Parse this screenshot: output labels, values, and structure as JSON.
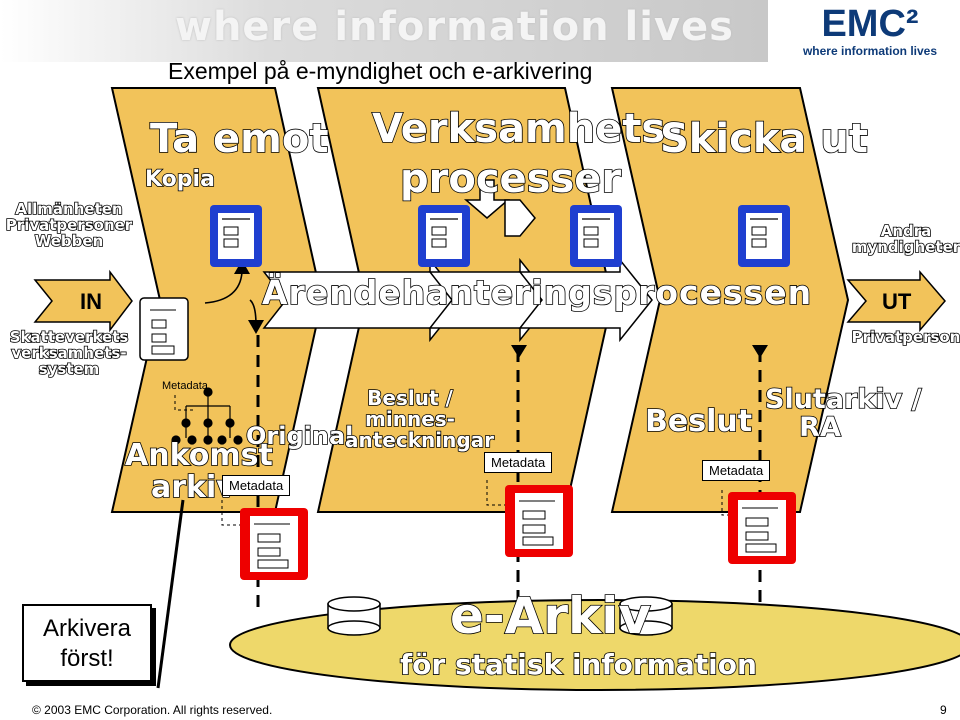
{
  "banner": {
    "text": "where information lives"
  },
  "logo": {
    "mark": "EMC²",
    "tagline": "where information lives"
  },
  "title": "Exempel på e-myndighet och e-arkivering",
  "left_side": {
    "lines": [
      "Allmänheten",
      "Privatpersoner",
      "Webben"
    ],
    "lower_lines": [
      "Skatteverkets",
      "verksamhets-",
      "system"
    ],
    "in_label": "IN"
  },
  "right_side": {
    "upper_lines": [
      "Andra",
      "myndigheter"
    ],
    "lower_lines": [
      "Privatperson"
    ],
    "out_label": "UT"
  },
  "stages": {
    "ta_emot": "Ta emot",
    "kopia": "Kopia",
    "verksamhet_line1": "Verksamhets-",
    "verksamhet_line2": "processer",
    "skicka_ut": "Skicka ut"
  },
  "center_band": "Ärendehanteringsprocessen",
  "labels": {
    "metadata": "Metadata",
    "ankomst_line1": "Ankomst",
    "ankomst_line2": "arkiv",
    "original": "Original",
    "beslut_line1": "Beslut /",
    "beslut_line2": "minnes-",
    "beslut_line3": "anteckningar",
    "beslut": "Beslut",
    "slutarkiv_line1": "Slutarkiv /",
    "slutarkiv_line2": "RA"
  },
  "earchive": {
    "title": "e-Arkiv",
    "subtitle": "för statisk information"
  },
  "callout": {
    "line1": "Arkivera",
    "line2": "först!"
  },
  "footer": {
    "copyright": "© 2003 EMC Corporation. All rights reserved.",
    "page": "9"
  },
  "colors": {
    "chevron_fill": "#f2c35a",
    "white_arrow": "#ffffff",
    "scroll_blue": "#1f3fd0",
    "scroll_red": "#ee0000",
    "archive_fill": "#eed86a",
    "logo_blue": "#0d3a78"
  }
}
